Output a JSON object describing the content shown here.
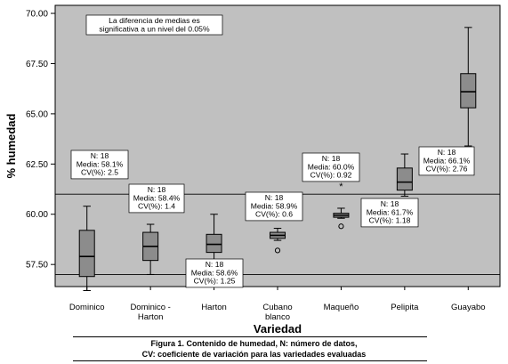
{
  "chart_data": {
    "type": "box",
    "ylabel": "% humedad",
    "xlabel": "Variedad",
    "ylim": [
      56.4,
      70.4
    ],
    "yticks": [
      "57.50",
      "60.00",
      "62.50",
      "65.00",
      "67.50",
      "70.00"
    ],
    "grid": false,
    "reference_lines": [
      57.0,
      61.0
    ],
    "categories": [
      "Dominico",
      "Dominico -\nHarton",
      "Harton",
      "Cubano\nblanco",
      "Maqueño",
      "Pelipita",
      "Guayabo"
    ],
    "boxes": [
      {
        "min": 56.2,
        "q1": 56.9,
        "median": 57.9,
        "q3": 59.2,
        "max": 60.4,
        "outliers": [],
        "extremes": []
      },
      {
        "min": 57.0,
        "q1": 57.7,
        "median": 58.4,
        "q3": 59.1,
        "max": 59.5,
        "outliers": [],
        "extremes": []
      },
      {
        "min": 57.6,
        "q1": 58.1,
        "median": 58.5,
        "q3": 59.0,
        "max": 60.0,
        "outliers": [],
        "extremes": []
      },
      {
        "min": 58.7,
        "q1": 58.8,
        "median": 58.95,
        "q3": 59.1,
        "max": 59.3,
        "outliers": [
          58.2
        ],
        "extremes": []
      },
      {
        "min": 59.8,
        "q1": 59.85,
        "median": 59.95,
        "q3": 60.05,
        "max": 60.3,
        "outliers": [
          59.4
        ],
        "extremes": [
          61.4
        ]
      },
      {
        "min": 60.9,
        "q1": 61.2,
        "median": 61.6,
        "q3": 62.3,
        "max": 63.0,
        "outliers": [],
        "extremes": []
      },
      {
        "min": 63.4,
        "q1": 65.3,
        "median": 66.1,
        "q3": 67.0,
        "max": 69.3,
        "outliers": [],
        "extremes": []
      }
    ],
    "annotations": [
      {
        "lines": [
          "N: 18",
          "Media: 58.1%",
          "CV(%): 2.5"
        ],
        "for": "Dominico"
      },
      {
        "lines": [
          "N: 18",
          "Media: 58.4%",
          "CV(%): 1.4"
        ],
        "for": "Dominico - Harton"
      },
      {
        "lines": [
          "N: 18",
          "Media: 58.6%",
          "CV(%): 1.25"
        ],
        "for": "Harton"
      },
      {
        "lines": [
          "N: 18",
          "Media: 58.9%",
          "CV(%): 0.6"
        ],
        "for": "Cubano blanco"
      },
      {
        "lines": [
          "N: 18",
          "Media: 60.0%",
          "CV(%): 0.92"
        ],
        "for": "Maqueño"
      },
      {
        "lines": [
          "N: 18",
          "Media: 61.7%",
          "CV(%): 1.18"
        ],
        "for": "Pelipita"
      },
      {
        "lines": [
          "N: 18",
          "Media: 66.1%",
          "CV(%): 2.76"
        ],
        "for": "Guayabo"
      }
    ],
    "note": [
      "La diferencia de medias es",
      "significativa a un nivel del 0.05%"
    ]
  },
  "caption": {
    "line1": "Figura 1. Contenido de humedad, N: número de datos,",
    "line2": "CV: coeficiente de variación para las variedades evaluadas"
  },
  "colors": {
    "plot_bg": "#c0c0c0",
    "box_fill": "#8c8c8c",
    "line": "#000000",
    "label_bg": "#ffffff"
  }
}
